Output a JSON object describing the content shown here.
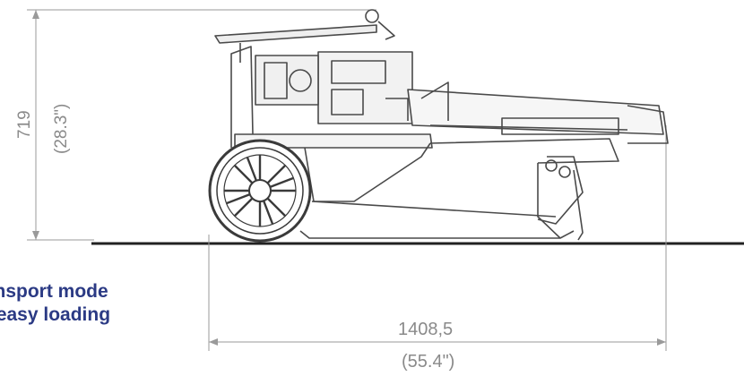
{
  "dimensions": {
    "height": {
      "value": "719",
      "imperial": "(28.3\")"
    },
    "length": {
      "value": "1408,5",
      "imperial": "(55.4\")"
    }
  },
  "caption": {
    "line1": "Transport mode",
    "line2": "for easy loading"
  },
  "colors": {
    "caption": "#2b3a84",
    "dimension": "#8a8a8a",
    "linework": "#4a4a4a",
    "ground": "#222222"
  }
}
